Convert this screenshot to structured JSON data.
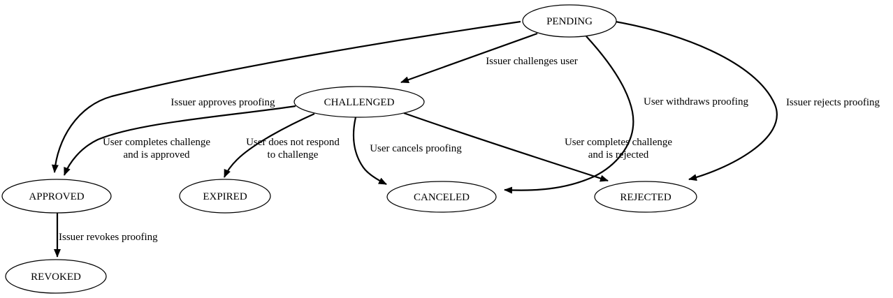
{
  "diagram": {
    "type": "state-machine",
    "title": "Proofing states",
    "colors": {
      "background": "#ffffff",
      "node_fill": "#ffffff",
      "node_stroke": "#000000",
      "edge_stroke": "#000000",
      "text": "#000000"
    },
    "nodes": [
      {
        "id": "pending",
        "label": "PENDING"
      },
      {
        "id": "challenged",
        "label": "CHALLENGED"
      },
      {
        "id": "approved",
        "label": "APPROVED"
      },
      {
        "id": "expired",
        "label": "EXPIRED"
      },
      {
        "id": "canceled",
        "label": "CANCELED"
      },
      {
        "id": "rejected",
        "label": "REJECTED"
      },
      {
        "id": "revoked",
        "label": "REVOKED"
      }
    ],
    "edges": [
      {
        "from": "PENDING",
        "to": "CHALLENGED",
        "lines": [
          "Issuer challenges user"
        ]
      },
      {
        "from": "PENDING",
        "to": "APPROVED",
        "lines": [
          "Issuer approves proofing"
        ]
      },
      {
        "from": "PENDING",
        "to": "CANCELED",
        "lines": [
          "User withdraws proofing"
        ]
      },
      {
        "from": "PENDING",
        "to": "REJECTED",
        "lines": [
          "Issuer rejects proofing"
        ]
      },
      {
        "from": "CHALLENGED",
        "to": "APPROVED",
        "lines": [
          "User completes challenge",
          "and is approved"
        ]
      },
      {
        "from": "CHALLENGED",
        "to": "EXPIRED",
        "lines": [
          "User does not respond",
          "to challenge"
        ]
      },
      {
        "from": "CHALLENGED",
        "to": "CANCELED",
        "lines": [
          "User cancels proofing"
        ]
      },
      {
        "from": "CHALLENGED",
        "to": "REJECTED",
        "lines": [
          "User completes challenge",
          "and is rejected"
        ]
      },
      {
        "from": "APPROVED",
        "to": "REVOKED",
        "lines": [
          "Issuer revokes proofing"
        ]
      }
    ]
  }
}
